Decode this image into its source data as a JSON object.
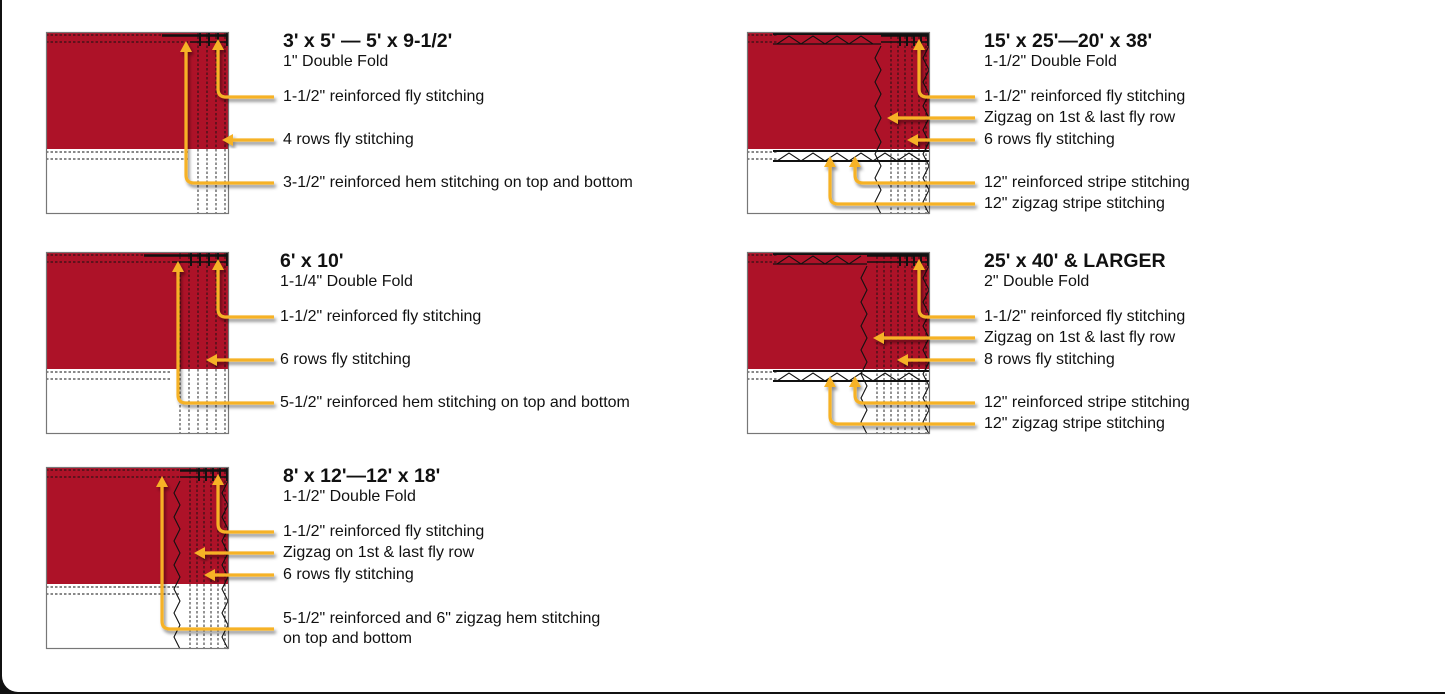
{
  "colors": {
    "flag_red": "#ad1228",
    "arrow": "#f6b226",
    "stitch": "#111111"
  },
  "panels": [
    {
      "title": "3' x 5' — 5' x 9-1/2'",
      "subtitle": "1\" Double Fold",
      "fly_rows": 4,
      "zigzag": false,
      "stripe": false,
      "labels": [
        "1-1/2\" reinforced fly stitching",
        "4 rows fly stitching",
        "3-1/2\" reinforced hem stitching on top and bottom"
      ]
    },
    {
      "title": "6' x 10'",
      "subtitle": "1-1/4\" Double Fold",
      "fly_rows": 6,
      "zigzag": false,
      "stripe": false,
      "labels": [
        "1-1/2\" reinforced fly stitching",
        "6 rows fly stitching",
        "5-1/2\" reinforced hem stitching on top and bottom"
      ]
    },
    {
      "title": "8' x 12'—12' x 18'",
      "subtitle": "1-1/2\" Double Fold",
      "fly_rows": 6,
      "zigzag": true,
      "stripe": false,
      "labels": [
        "1-1/2\" reinforced fly stitching",
        "Zigzag on 1st & last fly row",
        "6 rows fly stitching",
        "5-1/2\" reinforced and 6\" zigzag hem stitching",
        "on top and bottom"
      ]
    },
    {
      "title": "15' x 25'—20' x 38'",
      "subtitle": "1-1/2\" Double Fold",
      "fly_rows": 6,
      "zigzag": true,
      "stripe": true,
      "labels": [
        "1-1/2\" reinforced fly stitching",
        "Zigzag on 1st & last fly row",
        "6 rows fly stitching",
        "12\" reinforced stripe stitching",
        "12\" zigzag stripe stitching"
      ]
    },
    {
      "title": "25' x 40' & LARGER",
      "subtitle": "2\" Double Fold",
      "fly_rows": 8,
      "zigzag": true,
      "stripe": true,
      "labels": [
        "1-1/2\" reinforced fly stitching",
        "Zigzag on 1st & last fly row",
        "8 rows fly stitching",
        "12\" reinforced stripe stitching",
        "12\" zigzag stripe stitching"
      ]
    }
  ]
}
